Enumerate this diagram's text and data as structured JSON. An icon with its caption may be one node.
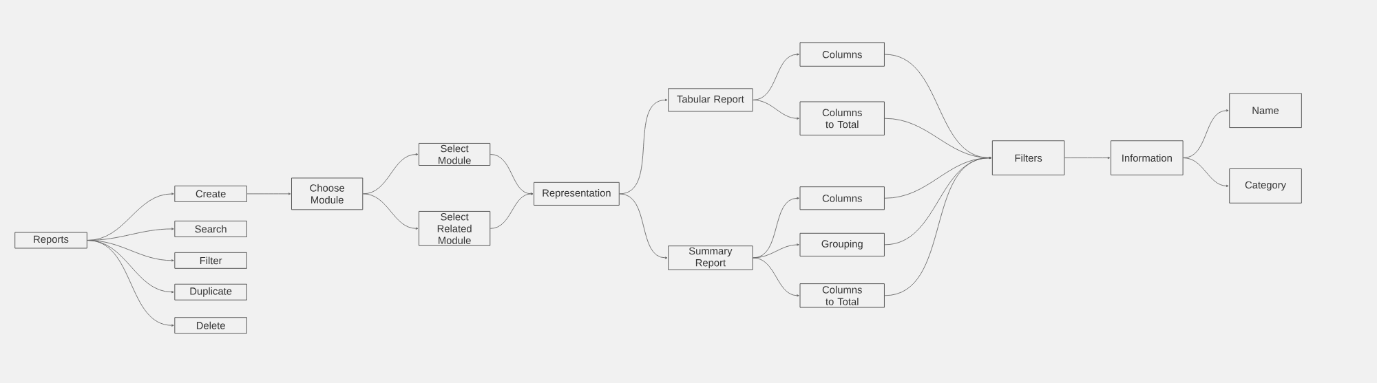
{
  "diagram": {
    "nodes": [
      {
        "text": [
          "Reports"
        ]
      },
      {
        "text": [
          "Create"
        ]
      },
      {
        "text": [
          "Search"
        ]
      },
      {
        "text": [
          "Filter"
        ]
      },
      {
        "text": [
          "Duplicate"
        ]
      },
      {
        "text": [
          "Delete"
        ]
      },
      {
        "text": [
          "Choose Module"
        ]
      },
      {
        "text": [
          "Select Module"
        ]
      },
      {
        "text": [
          "Select Related Module"
        ]
      },
      {
        "text": [
          "Representation"
        ]
      },
      {
        "text": [
          "Tabular Report"
        ]
      },
      {
        "text": [
          "Summary Report"
        ]
      },
      {
        "text": [
          "Columns"
        ]
      },
      {
        "text": [
          "Columns to Total"
        ]
      },
      {
        "text": [
          "Columns"
        ]
      },
      {
        "text": [
          "Grouping"
        ]
      },
      {
        "text": [
          "Columns to Total"
        ]
      },
      {
        "text": [
          "Filters"
        ]
      },
      {
        "text": [
          "Information"
        ]
      },
      {
        "text": [
          "Name"
        ]
      },
      {
        "text": [
          "Category"
        ]
      }
    ],
    "edges": [
      {
        "from": 0,
        "to": 1,
        "arrow": "to"
      },
      {
        "from": 0,
        "to": 2,
        "arrow": "to"
      },
      {
        "from": 0,
        "to": 3,
        "arrow": "to"
      },
      {
        "from": 0,
        "to": 4,
        "arrow": "to"
      },
      {
        "from": 0,
        "to": 5,
        "arrow": "to"
      },
      {
        "from": 1,
        "to": 6,
        "arrow": "to"
      },
      {
        "from": 6,
        "to": 7,
        "arrow": "to"
      },
      {
        "from": 6,
        "to": 8,
        "arrow": "to"
      },
      {
        "from": 7,
        "to": 9,
        "arrow": "to"
      },
      {
        "from": 8,
        "to": 9,
        "arrow": "to"
      },
      {
        "from": 9,
        "to": 10,
        "arrow": "to"
      },
      {
        "from": 9,
        "to": 11,
        "arrow": "to"
      },
      {
        "from": 10,
        "to": 12,
        "arrow": "to"
      },
      {
        "from": 10,
        "to": 13,
        "arrow": "to"
      },
      {
        "from": 11,
        "to": 14,
        "arrow": "to"
      },
      {
        "from": 11,
        "to": 15,
        "arrow": "to"
      },
      {
        "from": 11,
        "to": 16,
        "arrow": "to"
      },
      {
        "from": 12,
        "to": 17,
        "arrow": "to"
      },
      {
        "from": 13,
        "to": 17,
        "arrow": "to"
      },
      {
        "from": 14,
        "to": 17,
        "arrow": "to"
      },
      {
        "from": 15,
        "to": 17,
        "arrow": "to"
      },
      {
        "from": 16,
        "to": 17,
        "arrow": "to"
      },
      {
        "from": 17,
        "to": 18,
        "arrow": "to"
      },
      {
        "from": 18,
        "to": 19,
        "arrow": "to"
      },
      {
        "from": 18,
        "to": 20,
        "arrow": "to"
      }
    ]
  }
}
